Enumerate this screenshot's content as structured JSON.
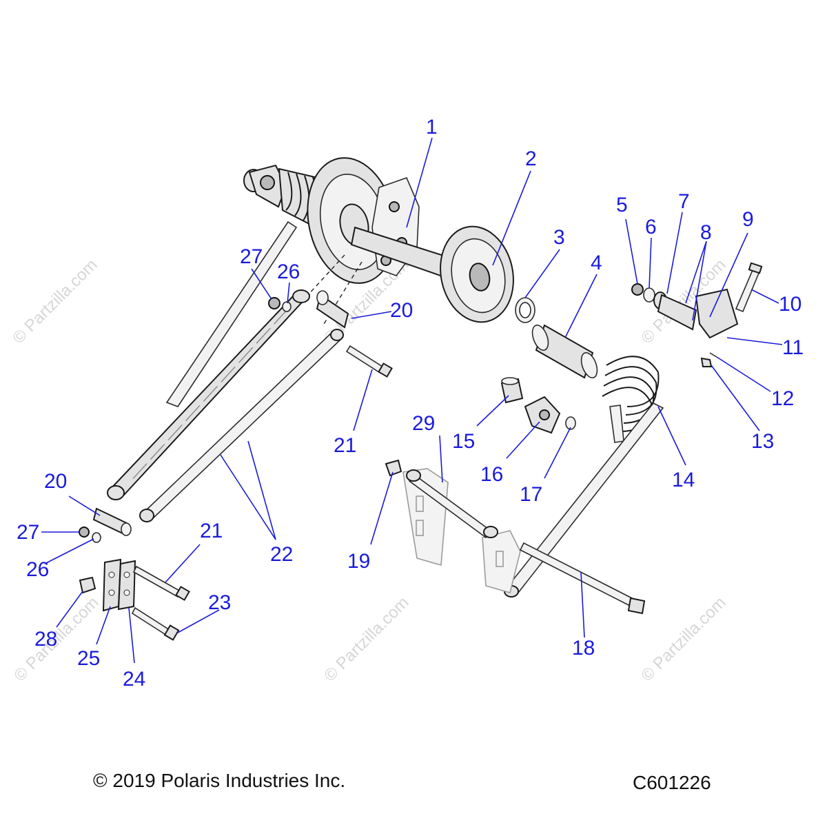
{
  "watermark": "© Partzilla.com",
  "copyright": "© 2019 Polaris Industries Inc.",
  "diagram_id": "C601226",
  "callouts": [
    "1",
    "2",
    "3",
    "4",
    "5",
    "6",
    "7",
    "8",
    "9",
    "10",
    "11",
    "12",
    "13",
    "14",
    "15",
    "16",
    "17",
    "18",
    "19",
    "20",
    "21",
    "22",
    "23",
    "24",
    "25",
    "26",
    "27",
    "28",
    "29"
  ],
  "colors": {
    "callout": "#1a1adb",
    "line": "#1a1a1a",
    "part_fill": "#e3e3e3",
    "watermark": "#d6d6d6"
  }
}
